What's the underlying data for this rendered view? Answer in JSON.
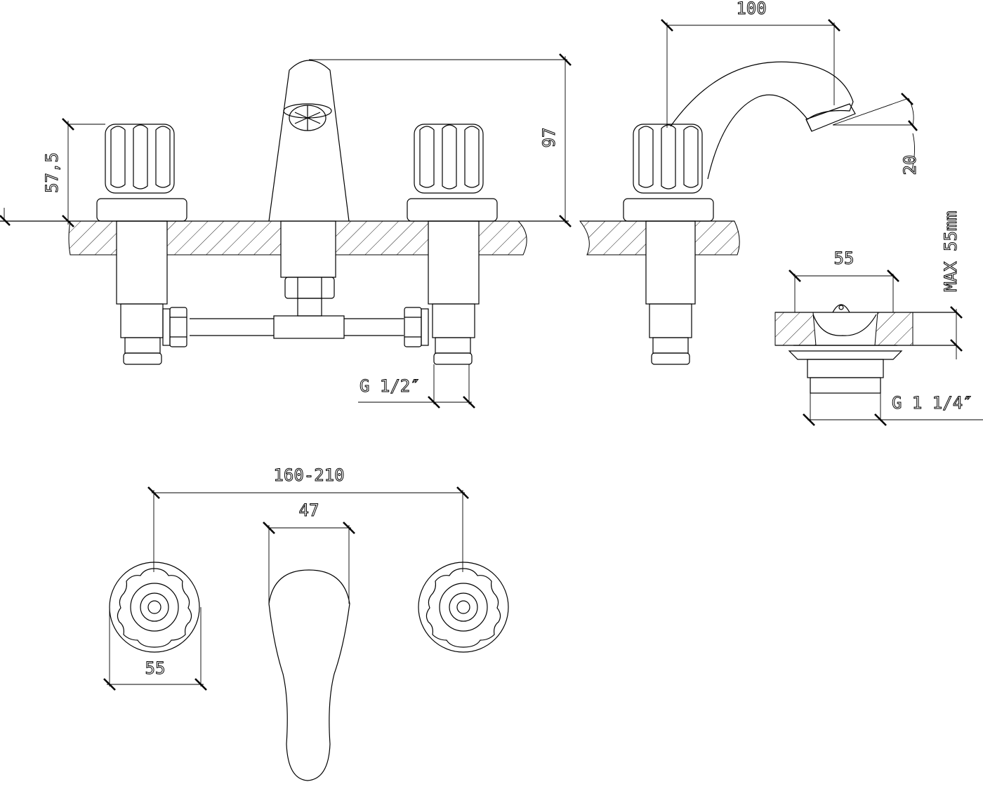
{
  "dimensions": {
    "spout_width_top": "100",
    "spout_height": "97",
    "handle_height": "57,5",
    "spout_angle": "20",
    "max_thickness": "MAX 55mm",
    "drain_width": "55",
    "inlet_thread": "G 1/2″",
    "drain_thread": "G 1 1/4″",
    "center_distance": "160-210",
    "spout_base_width": "47",
    "handle_diameter": "55"
  }
}
